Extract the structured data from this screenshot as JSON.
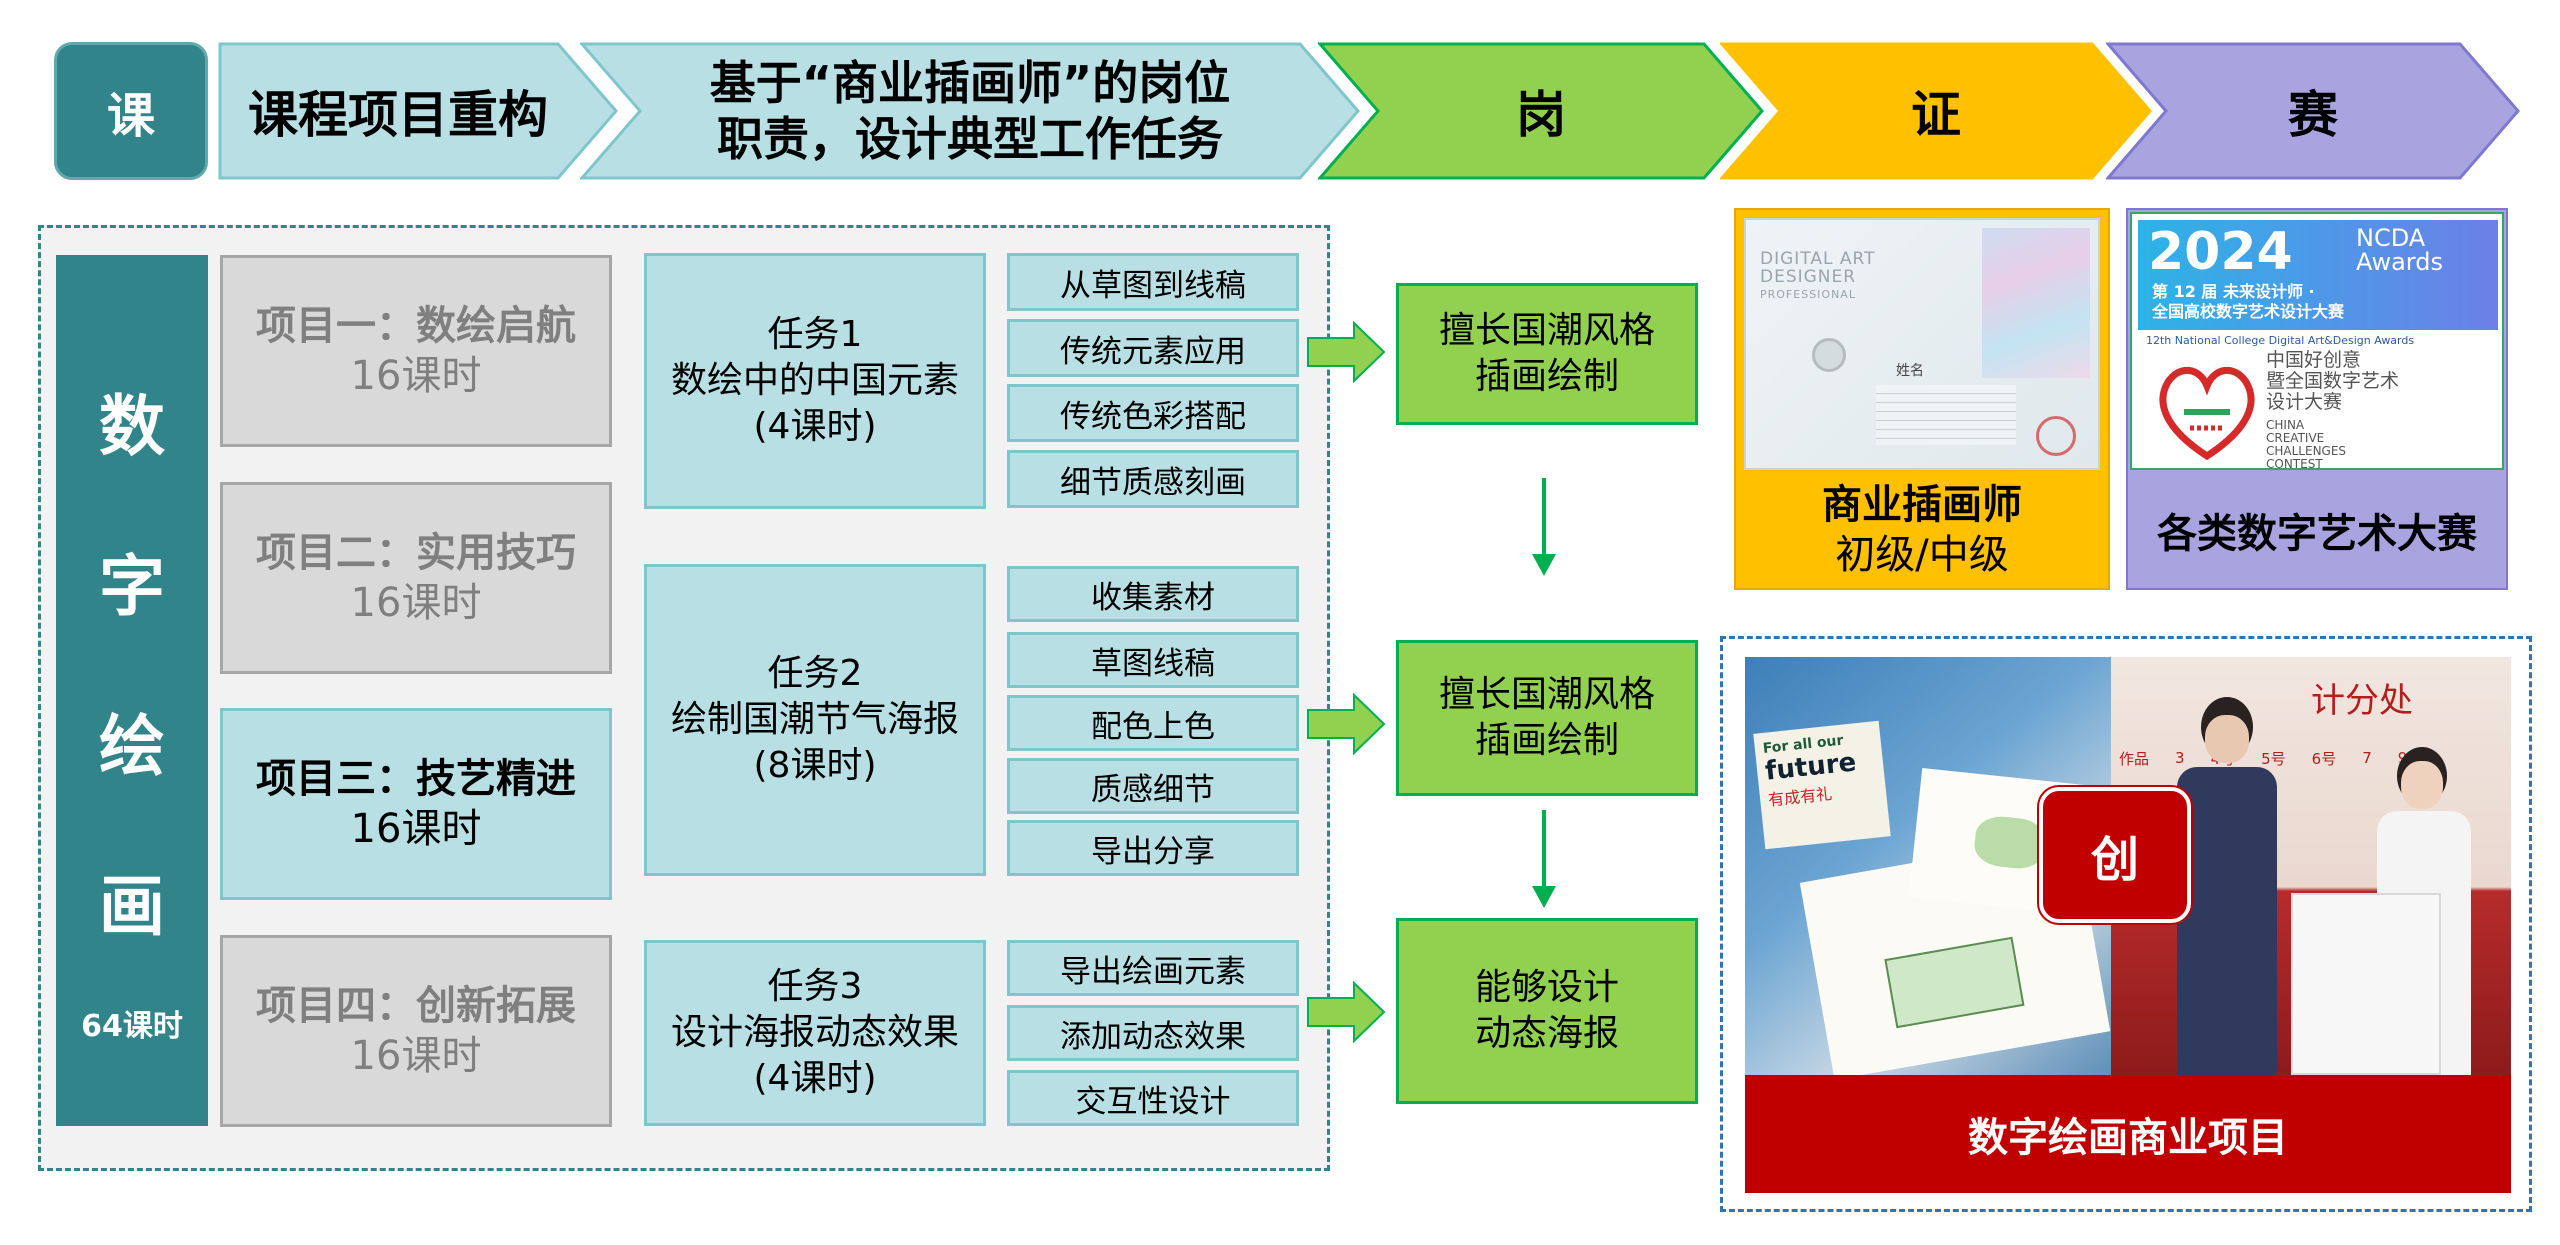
{
  "header": {
    "ke": "课",
    "step1": "课程项目重构",
    "step2_line1": "基于“商业插画师”的岗位",
    "step2_line2": "职责，设计典型工作任务",
    "gang": "岗",
    "zheng": "证",
    "sai": "赛"
  },
  "course": {
    "title_chars": [
      "数",
      "字",
      "绘",
      "画"
    ],
    "hours": "64课时"
  },
  "projects": [
    {
      "title": "项目一：数绘启航",
      "hours": "16课时"
    },
    {
      "title": "项目二：实用技巧",
      "hours": "16课时"
    },
    {
      "title": "项目三：技艺精进",
      "hours": "16课时"
    },
    {
      "title": "项目四：创新拓展",
      "hours": "16课时"
    }
  ],
  "tasks": [
    {
      "name": "任务1",
      "desc": "数绘中的中国元素",
      "hours": "(4课时)",
      "subs": [
        "从草图到线稿",
        "传统元素应用",
        "传统色彩搭配",
        "细节质感刻画"
      ]
    },
    {
      "name": "任务2",
      "desc": "绘制国潮节气海报",
      "hours": "(8课时)",
      "subs": [
        "收集素材",
        "草图线稿",
        "配色上色",
        "质感细节",
        "导出分享"
      ]
    },
    {
      "name": "任务3",
      "desc": "设计海报动态效果",
      "hours": "(4课时)",
      "subs": [
        "导出绘画元素",
        "添加动态效果",
        "交互性设计"
      ]
    }
  ],
  "skills": [
    {
      "line1": "擅长国潮风格",
      "line2": "插画绘制"
    },
    {
      "line1": "擅长国潮风格",
      "line2": "插画绘制"
    },
    {
      "line1": "能够设计",
      "line2": "动态海报"
    }
  ],
  "certificate": {
    "heading_line1": "DIGITAL ART",
    "heading_line2": "DESIGNER",
    "heading_line3": "PROFESSIONAL",
    "name_label": "姓名",
    "caption_title": "商业插画师",
    "caption_level": "初级/中级"
  },
  "competition": {
    "logo_year": "2024",
    "logo_brand": "NCDA",
    "logo_awards": "Awards",
    "logo_cn1": "第 12 届 未来设计师 ·",
    "logo_cn2": "全国高校数字艺术设计大赛",
    "logo_en": "12th National College Digital Art&Design Awards",
    "contest_cn1": "中国好创意",
    "contest_cn2": "暨全国数字艺术",
    "contest_cn3": "设计大赛",
    "contest_en1": "CHINA",
    "contest_en2": "CREATIVE",
    "contest_en3": "CHALLENGES",
    "contest_en4": "CONTEST",
    "caption": "各类数字艺术大赛"
  },
  "project_showcase": {
    "badge": "创",
    "photo_card_line1": "For all our",
    "photo_card_line2": "future",
    "photo_card_line3": "有成有礼",
    "photo_sign": "计分处",
    "photo_board_label": "作品",
    "photo_board_nums": [
      "3",
      "4号",
      "5号",
      "6号",
      "7",
      "9"
    ],
    "caption": "数字绘画商业项目"
  },
  "colors": {
    "teal_dark": "#31858a",
    "teal_light": "#b8e0e4",
    "green": "#92d050",
    "yellow": "#ffc000",
    "purple": "#a9a4e0",
    "red": "#c00000",
    "grey": "#d9d9d9"
  }
}
